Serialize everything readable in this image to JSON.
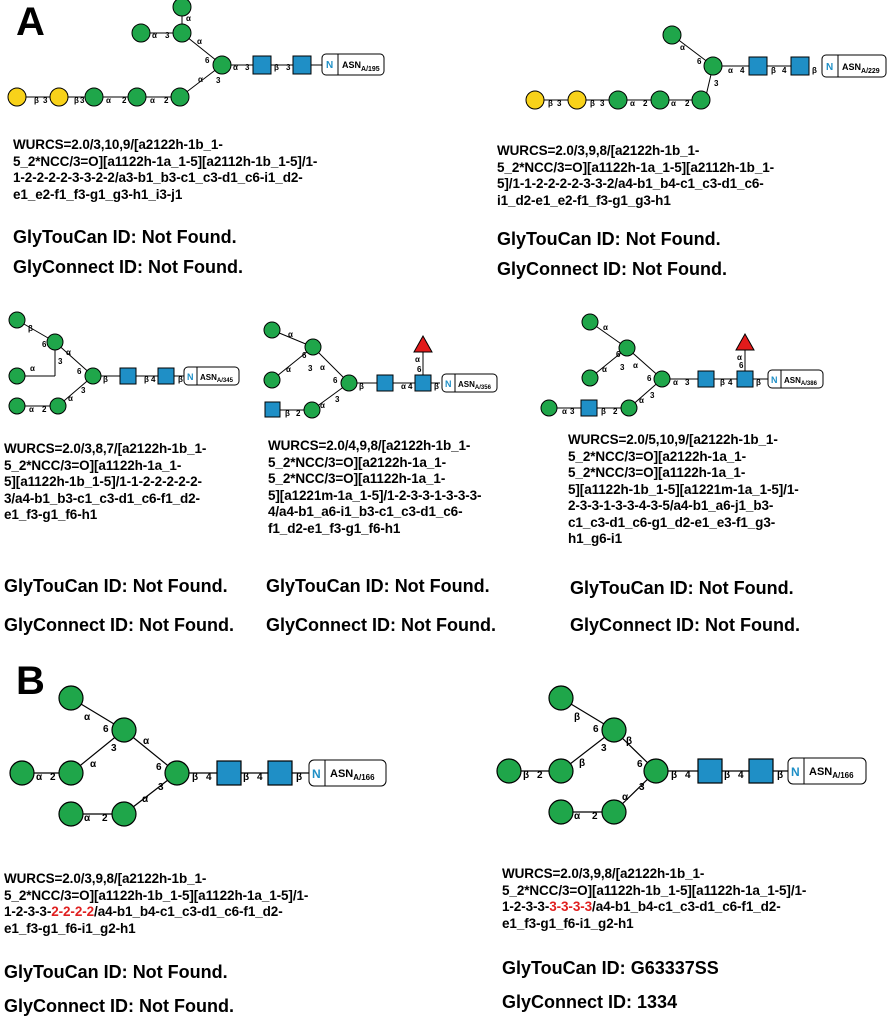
{
  "panels": {
    "a": "A",
    "b": "B"
  },
  "id_labels": {
    "glytoucan": "GlyTouCan ID:",
    "glyconnect": "GlyConnect ID:"
  },
  "colors": {
    "mannose": "#1fa64a",
    "glcnac": "#1f8fc6",
    "galactose": "#f8d21a",
    "fucose": "#e21b1b",
    "highlight": "#e02020"
  },
  "icons": {
    "mannose": "green-circle-icon",
    "galactose": "yellow-circle-icon",
    "glcnac": "blue-square-icon",
    "fucose": "red-triangle-icon"
  },
  "glycans": {
    "a1": {
      "site": "ASN",
      "site_sub": "A/195",
      "wurcs": "WURCS=2.0/3,10,9/[a2122h-1b_1-\n5_2*NCC/3=O][a1122h-1a_1-5][a2112h-1b_1-5]/1-\n1-2-2-2-2-3-3-2-2/a3-b1_b3-c1_c3-d1_c6-i1_d2-\ne1_e2-f1_f3-g1_g3-h1_i3-j1",
      "glytoucan": "Not Found.",
      "glyconnect": "Not Found."
    },
    "a2": {
      "site": "ASN",
      "site_sub": "A/229",
      "wurcs": "WURCS=2.0/3,9,8/[a2122h-1b_1-\n5_2*NCC/3=O][a1122h-1a_1-5][a2112h-1b_1-\n5]/1-1-2-2-2-2-3-3-2/a4-b1_b4-c1_c3-d1_c6-\ni1_d2-e1_e2-f1_f3-g1_g3-h1",
      "glytoucan": "Not Found.",
      "glyconnect": "Not Found."
    },
    "a3": {
      "site": "ASN",
      "site_sub": "A/345",
      "wurcs": "WURCS=2.0/3,8,7/[a2122h-1b_1-\n5_2*NCC/3=O][a1122h-1a_1-\n5][a1122h-1b_1-5]/1-1-2-2-2-2-2-\n3/a4-b1_b3-c1_c3-d1_c6-f1_d2-\ne1_f3-g1_f6-h1",
      "glytoucan": "Not Found.",
      "glyconnect": "Not Found."
    },
    "a4": {
      "site": "ASN",
      "site_sub": "A/356",
      "wurcs": "WURCS=2.0/4,9,8/[a2122h-1b_1-\n5_2*NCC/3=O][a2122h-1a_1-\n5_2*NCC/3=O][a1122h-1a_1-\n5][a1221m-1a_1-5]/1-2-3-3-1-3-3-3-\n4/a4-b1_a6-i1_b3-c1_c3-d1_c6-\nf1_d2-e1_f3-g1_f6-h1",
      "glytoucan": "Not Found.",
      "glyconnect": "Not Found."
    },
    "a5": {
      "site": "ASN",
      "site_sub": "A/386",
      "wurcs": "WURCS=2.0/5,10,9/[a2122h-1b_1-\n5_2*NCC/3=O][a2122h-1a_1-\n5_2*NCC/3=O][a1122h-1a_1-\n5][a1122h-1b_1-5][a1221m-1a_1-5]/1-\n2-3-3-1-3-3-4-3-5/a4-b1_a6-j1_b3-\nc1_c3-d1_c6-g1_d2-e1_e3-f1_g3-\nh1_g6-i1",
      "glytoucan": "Not Found.",
      "glyconnect": "Not Found."
    },
    "b1": {
      "site": "ASN",
      "site_sub": "A/166",
      "wurcs_pre": "WURCS=2.0/3,9,8/[a2122h-1b_1-\n5_2*NCC/3=O][a1122h-1b_1-5][a1122h-1a_1-5]/1-\n1-2-3-3-",
      "wurcs_hl": "2-2-2-2",
      "wurcs_post": "/a4-b1_b4-c1_c3-d1_c6-f1_d2-\ne1_f3-g1_f6-i1_g2-h1",
      "glytoucan": "Not Found.",
      "glyconnect": "Not Found."
    },
    "b2": {
      "site": "ASN",
      "site_sub": "A/166",
      "wurcs_pre": "WURCS=2.0/3,9,8/[a2122h-1b_1-\n5_2*NCC/3=O][a1122h-1b_1-5][a1122h-1a_1-5]/1-\n1-2-3-3-",
      "wurcs_hl": "3-3-3-3",
      "wurcs_post": "/a4-b1_b4-c1_c3-d1_c6-f1_d2-\ne1_f3-g1_f6-i1_g2-h1",
      "glytoucan": "G63337SS",
      "glyconnect": "1334"
    }
  }
}
